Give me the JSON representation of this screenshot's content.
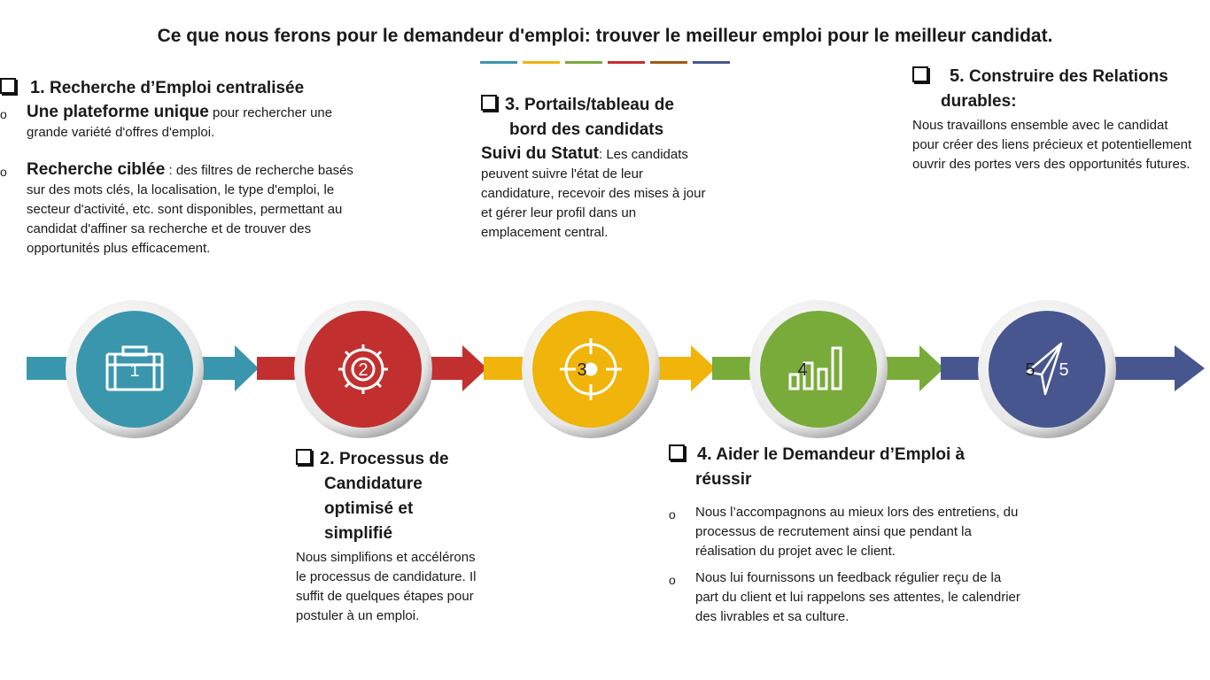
{
  "title": "Ce que nous ferons pour le demandeur d'emploi: trouver le meilleur emploi pour le meilleur candidat.",
  "accent_colors": [
    "#3a96ad",
    "#f0b40a",
    "#79ab3a",
    "#c1302f",
    "#a05a14",
    "#47568f"
  ],
  "steps": [
    {
      "number": "1.",
      "heading": "Recherche d’Emploi centralisée",
      "icon": "briefcase-icon",
      "icon_label": "1",
      "color": "#3a96ad",
      "items": [
        {
          "lead": "Une plateforme unique",
          "text": " pour rechercher une grande variété d'offres d'emploi."
        },
        {
          "lead": "Recherche ciblée",
          "text": " : des  filtres de recherche basés sur des mots clés, la localisation, le type d'emploi, le secteur d'activité, etc. sont disponibles, permettant au candidat d'affiner sa recherche et de trouver des opportunités plus efficacement."
        }
      ]
    },
    {
      "number": "2.",
      "heading_lines": [
        "Processus de",
        "Candidature",
        "optimisé et",
        "simplifié"
      ],
      "icon": "gear-icon",
      "icon_label": "2",
      "color": "#c1302f",
      "text": "Nous simplifions et accélérons le processus de candidature. Il suffit de quelques étapes pour postuler à un emploi."
    },
    {
      "number": "3.",
      "heading_lines": [
        "Portails/tableau de",
        "bord des candidats"
      ],
      "icon": "target-icon",
      "icon_label": "3",
      "color": "#f0b40a",
      "lead": "Suivi du Statut",
      "text": ": Les candidats peuvent suivre l'état de leur candidature, recevoir des mises à jour et gérer leur profil dans un emplacement central."
    },
    {
      "number": "4.",
      "heading_lines": [
        "Aider le Demandeur d’Emploi à",
        "réussir"
      ],
      "icon": "bar-chart-icon",
      "icon_label": "4",
      "color": "#79ab3a",
      "items": [
        {
          "text": "Nous l’accompagnons au mieux lors des entretiens,  du processus de recrutement ainsi que pendant  la réalisation du projet avec le client."
        },
        {
          "text": "Nous lui fournissons un feedback régulier reçu de la part du client et lui rappelons ses attentes, le calendrier des livrables et sa culture."
        }
      ]
    },
    {
      "number": "5.",
      "heading_lines": [
        "Construire des Relations",
        "durables:"
      ],
      "icon": "paper-plane-icon",
      "icon_label": "5",
      "icon_label_extra": "5",
      "color": "#47568f",
      "text": "Nous travaillons ensemble avec le candidat pour créer des liens précieux et potentiellement ouvrir des portes vers des opportunités futures."
    }
  ],
  "bullet_marker": "o"
}
